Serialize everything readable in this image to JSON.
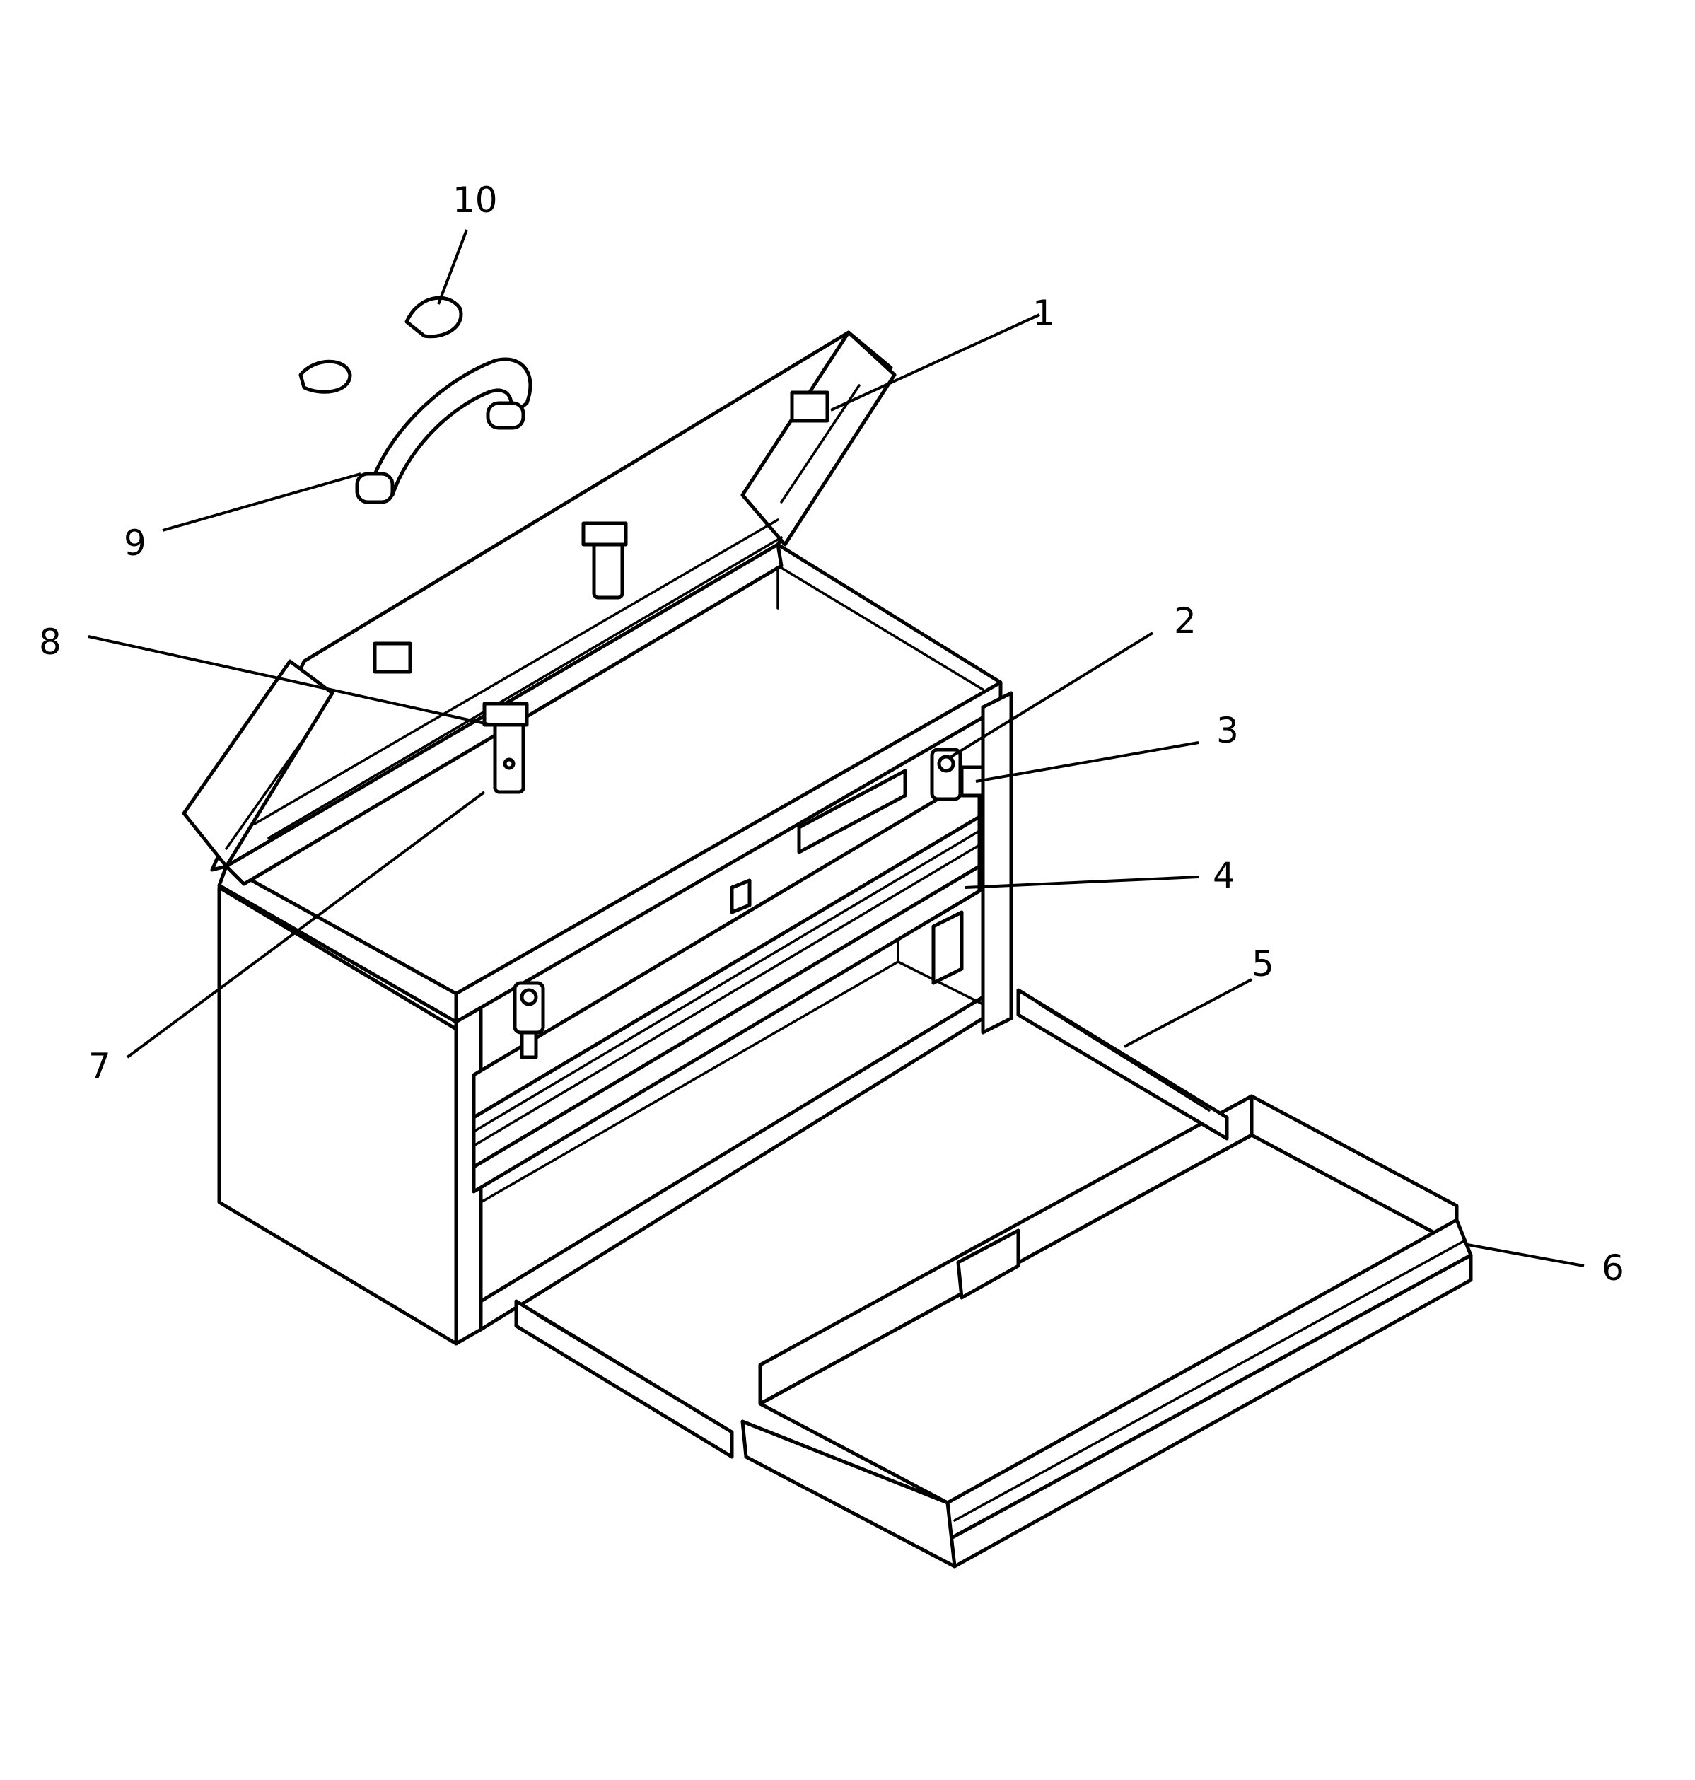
{
  "diagram": {
    "kind": "exploded parts diagram",
    "callouts": [
      {
        "id": "c1",
        "number": "1"
      },
      {
        "id": "c2",
        "number": "2"
      },
      {
        "id": "c3",
        "number": "3"
      },
      {
        "id": "c4",
        "number": "4"
      },
      {
        "id": "c5",
        "number": "5"
      },
      {
        "id": "c6",
        "number": "6"
      },
      {
        "id": "c7",
        "number": "7"
      },
      {
        "id": "c8",
        "number": "8"
      },
      {
        "id": "c9",
        "number": "9"
      },
      {
        "id": "c10",
        "number": "10"
      }
    ]
  },
  "colors": {
    "line": "#000000",
    "background": "#ffffff"
  }
}
